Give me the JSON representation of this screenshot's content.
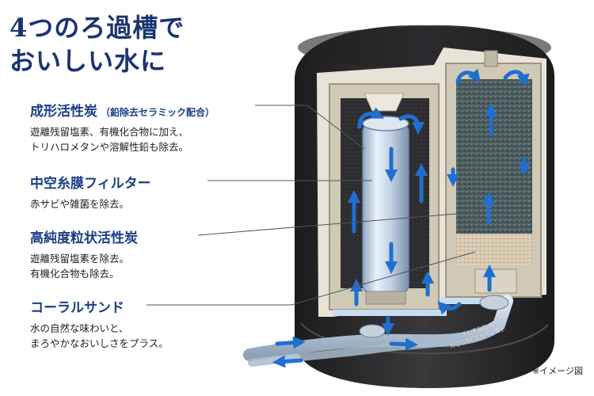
{
  "headline": {
    "line1": "4つのろ過槽で",
    "line2": "おいしい水に"
  },
  "callouts": [
    {
      "title": "成形活性炭",
      "subtitle": "（鉛除去セラミック配合）",
      "desc": [
        "遊離残留塩素、有機化合物に加え、",
        "トリハロメタンや溶解性鉛も除去。"
      ]
    },
    {
      "title": "中空糸膜フィルター",
      "desc": [
        "赤サビや雑菌を除去。"
      ]
    },
    {
      "title": "高純度粒状活性炭",
      "desc": [
        "遊離残留塩素を除去。",
        "有機化合物も除去。"
      ]
    },
    {
      "title": "コーラルサンド",
      "desc": [
        "水の自然な味わいと、",
        "まろやかなおいしさをプラス。"
      ]
    }
  ],
  "brand": {
    "line1": "SUPER",
    "line2": "AQUACENTURY"
  },
  "note": "※イメージ図",
  "colors": {
    "headline": "#1a3470",
    "callout_title": "#1a3f85",
    "arrow": "#1f6fd0",
    "housing": "#2a2a2c"
  }
}
